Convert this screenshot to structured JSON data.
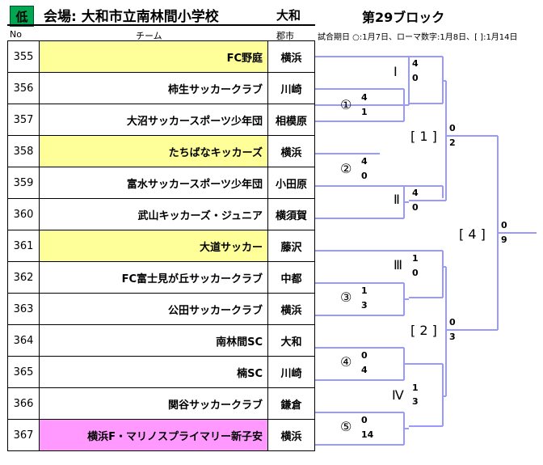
{
  "header": {
    "badge": "低",
    "venue": "会場: 大和市立南林間小学校",
    "venue_city": "大和",
    "block": "第29ブロック"
  },
  "columns": {
    "no": "No",
    "team": "チーム",
    "city": "郡市"
  },
  "legend": "試合期日 ○:1月7日、ローマ数字:1月8日、[ ]:1月14日",
  "teams": [
    {
      "no": "355",
      "name": "FC野庭",
      "city": "横浜",
      "highlight": "yellow"
    },
    {
      "no": "356",
      "name": "柿生サッカークラブ",
      "city": "川崎",
      "highlight": ""
    },
    {
      "no": "357",
      "name": "大沼サッカースポーツ少年団",
      "city": "相模原",
      "highlight": ""
    },
    {
      "no": "358",
      "name": "たちばなキッカーズ",
      "city": "横浜",
      "highlight": "yellow"
    },
    {
      "no": "359",
      "name": "富水サッカースポーツ少年団",
      "city": "小田原",
      "highlight": ""
    },
    {
      "no": "360",
      "name": "武山キッカーズ・ジュニア",
      "city": "横須賀",
      "highlight": ""
    },
    {
      "no": "361",
      "name": "大道サッカー",
      "city": "藤沢",
      "highlight": "yellow"
    },
    {
      "no": "362",
      "name": "FC富士見が丘サッカークラブ",
      "city": "中都",
      "highlight": ""
    },
    {
      "no": "363",
      "name": "公田サッカークラブ",
      "city": "横浜",
      "highlight": ""
    },
    {
      "no": "364",
      "name": "南林間SC",
      "city": "大和",
      "highlight": ""
    },
    {
      "no": "365",
      "name": "楠SC",
      "city": "川崎",
      "highlight": ""
    },
    {
      "no": "366",
      "name": "関谷サッカークラブ",
      "city": "鎌倉",
      "highlight": ""
    },
    {
      "no": "367",
      "name": "横浜F・マリノスプライマリー新子安",
      "city": "横浜",
      "highlight": "pink"
    }
  ],
  "matches": {
    "m1": {
      "label": "①",
      "top": "4",
      "bottom": "1"
    },
    "m2": {
      "label": "②",
      "top": "4",
      "bottom": "0"
    },
    "m3": {
      "label": "③",
      "top": "1",
      "bottom": "3"
    },
    "m4": {
      "label": "④",
      "top": "0",
      "bottom": "4"
    },
    "m5": {
      "label": "⑤",
      "top": "0",
      "bottom": "14"
    },
    "r1": {
      "label": "Ⅰ",
      "top": "4",
      "bottom": "0"
    },
    "r2": {
      "label": "Ⅱ",
      "top": "4",
      "bottom": "0"
    },
    "r3": {
      "label": "Ⅲ",
      "top": "1",
      "bottom": "0"
    },
    "r4": {
      "label": "Ⅳ",
      "top": "1",
      "bottom": "3"
    },
    "s1": {
      "label": "[ 1 ]",
      "top": "0",
      "bottom": "2"
    },
    "s2": {
      "label": "[ 2 ]",
      "top": "0",
      "bottom": "3"
    },
    "f": {
      "label": "[ 4 ]",
      "top": "0",
      "bottom": "9"
    }
  },
  "colors": {
    "bracket": "#9999ff",
    "badge": "#00a651",
    "yellow": "#ffff99",
    "pink": "#ff99ff"
  }
}
